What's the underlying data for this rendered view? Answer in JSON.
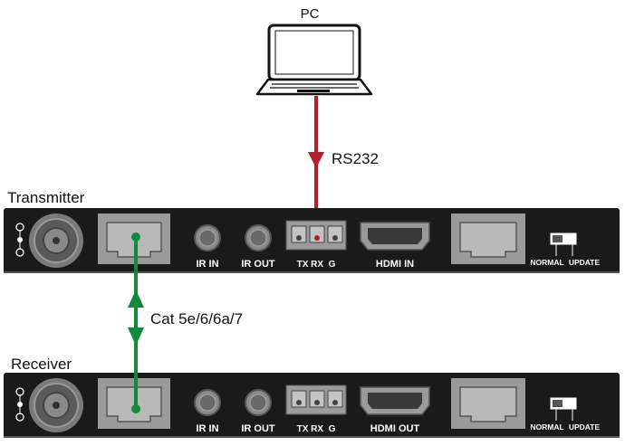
{
  "pc": {
    "label": "PC"
  },
  "serial_link": {
    "label": "RS232",
    "color": "#b3202c"
  },
  "cable_link": {
    "label": "Cat 5e/6/6a/7",
    "color": "#138a3a"
  },
  "transmitter": {
    "title": "Transmitter",
    "ports": {
      "ir_in": "IR IN",
      "ir_out": "IR OUT",
      "serial": "TX RX  G",
      "hdmi": "HDMI IN",
      "normal": "NORMAL",
      "update": "UPDATE"
    }
  },
  "receiver": {
    "title": "Receiver",
    "ports": {
      "ir_in": "IR IN",
      "ir_out": "IR OUT",
      "serial": "TX RX  G",
      "hdmi": "HDMI OUT",
      "normal": "NORMAL",
      "update": "UPDATE"
    }
  },
  "colors": {
    "device_body": "#1a1a1a",
    "port_gray": "#9a9a9a"
  }
}
